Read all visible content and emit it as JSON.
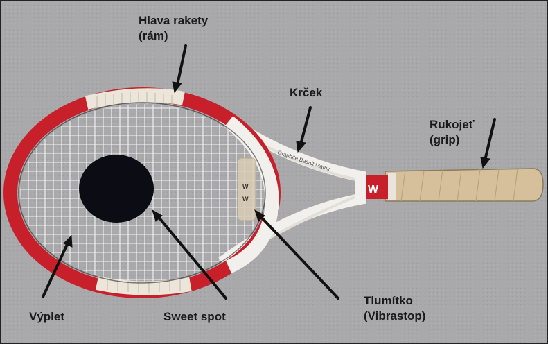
{
  "labels": {
    "head": {
      "line1": "Hlava rakety",
      "line2": "(rám)"
    },
    "throat": {
      "line1": "Krček"
    },
    "handle": {
      "line1": "Rukojeť",
      "line2": "(grip)"
    },
    "strings": {
      "line1": "Výplet"
    },
    "sweet_spot": {
      "line1": "Sweet spot"
    },
    "dampener": {
      "line1": "Tlumítko",
      "line2": "(Vibrastop)"
    }
  },
  "colors": {
    "background": "#a8a8aa",
    "frame_red": "#c8202a",
    "frame_white": "#f2f0ec",
    "grip": "#d9c4a0",
    "arrow": "#111111",
    "sweet_spot": "#0c0c14"
  }
}
